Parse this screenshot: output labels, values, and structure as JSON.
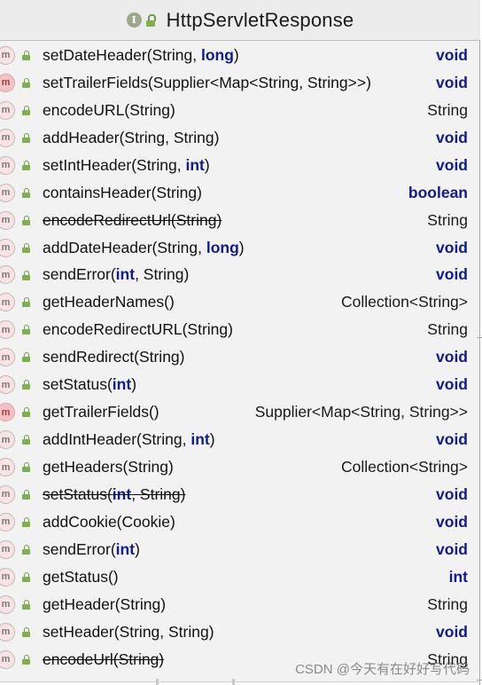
{
  "class_name": "HttpServletResponse",
  "class_icon_letter": "I",
  "method_icon_letter": "m",
  "keywords": [
    "long",
    "int",
    "void",
    "boolean"
  ],
  "methods": [
    {
      "signature": "setDateHeader(String, long)",
      "returns": "void",
      "deprecated": false,
      "abstract": true
    },
    {
      "signature": "setTrailerFields(Supplier<Map<String, String>>)",
      "returns": "void",
      "deprecated": false,
      "abstract": false
    },
    {
      "signature": "encodeURL(String)",
      "returns": "String",
      "deprecated": false,
      "abstract": true
    },
    {
      "signature": "addHeader(String, String)",
      "returns": "void",
      "deprecated": false,
      "abstract": true
    },
    {
      "signature": "setIntHeader(String, int)",
      "returns": "void",
      "deprecated": false,
      "abstract": true
    },
    {
      "signature": "containsHeader(String)",
      "returns": "boolean",
      "deprecated": false,
      "abstract": true
    },
    {
      "signature": "encodeRedirectUrl(String)",
      "returns": "String",
      "deprecated": true,
      "abstract": true
    },
    {
      "signature": "addDateHeader(String, long)",
      "returns": "void",
      "deprecated": false,
      "abstract": true
    },
    {
      "signature": "sendError(int, String)",
      "returns": "void",
      "deprecated": false,
      "abstract": true
    },
    {
      "signature": "getHeaderNames()",
      "returns": "Collection<String>",
      "deprecated": false,
      "abstract": true
    },
    {
      "signature": "encodeRedirectURL(String)",
      "returns": "String",
      "deprecated": false,
      "abstract": true
    },
    {
      "signature": "sendRedirect(String)",
      "returns": "void",
      "deprecated": false,
      "abstract": true
    },
    {
      "signature": "setStatus(int)",
      "returns": "void",
      "deprecated": false,
      "abstract": true
    },
    {
      "signature": "getTrailerFields()",
      "returns": "Supplier<Map<String, String>>",
      "deprecated": false,
      "abstract": false
    },
    {
      "signature": "addIntHeader(String, int)",
      "returns": "void",
      "deprecated": false,
      "abstract": true
    },
    {
      "signature": "getHeaders(String)",
      "returns": "Collection<String>",
      "deprecated": false,
      "abstract": true
    },
    {
      "signature": "setStatus(int, String)",
      "returns": "void",
      "deprecated": true,
      "abstract": true
    },
    {
      "signature": "addCookie(Cookie)",
      "returns": "void",
      "deprecated": false,
      "abstract": true
    },
    {
      "signature": "sendError(int)",
      "returns": "void",
      "deprecated": false,
      "abstract": true
    },
    {
      "signature": "getStatus()",
      "returns": "int",
      "deprecated": false,
      "abstract": true
    },
    {
      "signature": "getHeader(String)",
      "returns": "String",
      "deprecated": false,
      "abstract": true
    },
    {
      "signature": "setHeader(String, String)",
      "returns": "void",
      "deprecated": false,
      "abstract": true
    },
    {
      "signature": "encodeUrl(String)",
      "returns": "String",
      "deprecated": true,
      "abstract": true
    }
  ],
  "watermark": "CSDN @今天有在好好写代码",
  "colors": {
    "keyword": "#101d85",
    "method_icon_bg": "#f3c3c3",
    "public_lock": "#7fb04f",
    "header_bg": "#ececec"
  }
}
